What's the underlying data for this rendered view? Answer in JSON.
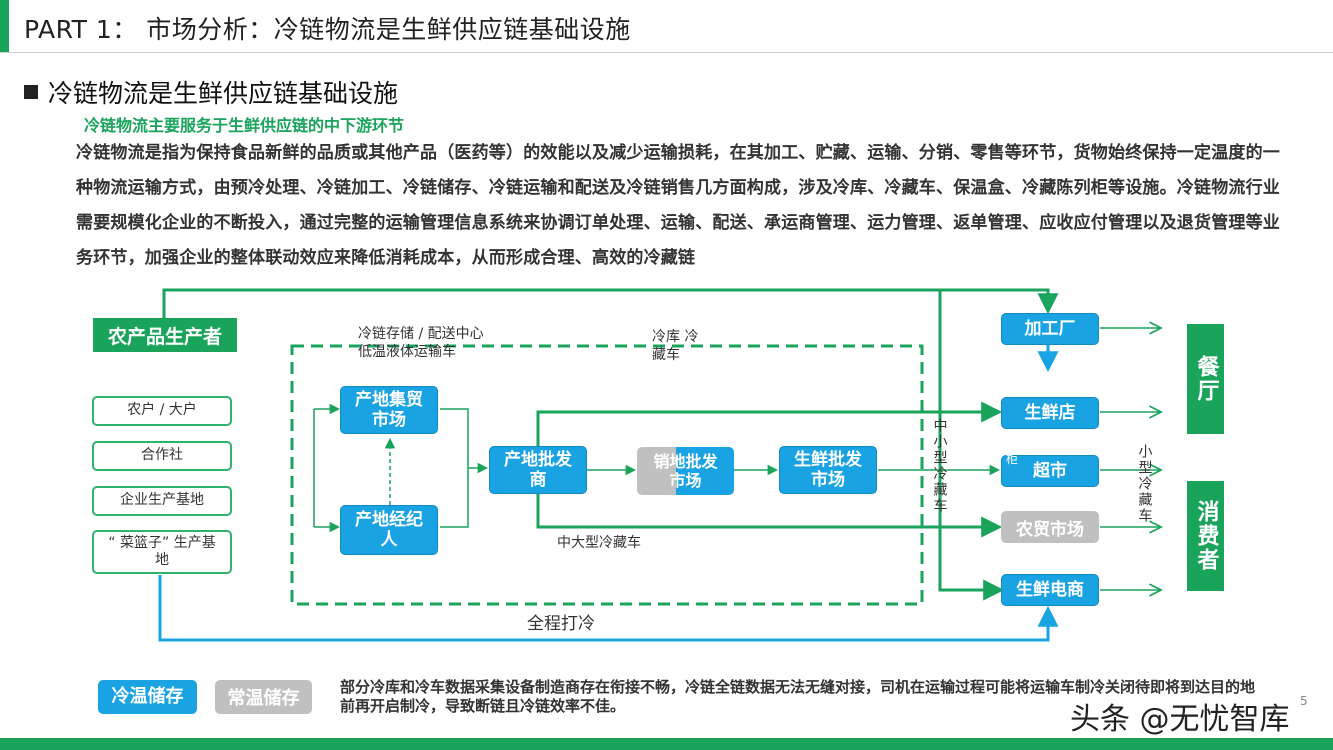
{
  "header": {
    "title": "PART 1： 市场分析：冷链物流是生鲜供应链基础设施"
  },
  "section": {
    "heading": "冷链物流是生鲜供应链基础设施",
    "subheading": "冷链物流主要服务于生鲜供应链的中下游环节",
    "paragraph": "冷链物流是指为保持食品新鲜的品质或其他产品（医药等）的效能以及减少运输损耗，在其加工、贮藏、运输、分销、零售等环节，货物始终保持一定温度的一种物流运输方式，由预冷处理、冷链加工、冷链储存、冷链运输和配送及冷链销售几方面构成，涉及冷库、冷藏车、保温盒、冷藏陈列柜等设施。冷链物流行业需要规模化企业的不断投入，通过完整的运输管理信息系统来协调订单处理、运输、配送、承运商管理、运力管理、返单管理、应收应付管理以及退货管理等业务环节，加强企业的整体联动效应来降低消耗成本，从而形成合理、高效的冷藏链"
  },
  "diagram": {
    "producer": "农产品生产者",
    "sources": [
      "农户 / 大户",
      "合作社",
      "企业生产基地",
      "“ 菜篮子” 生产基地"
    ],
    "origin_market": "产地集贸市场",
    "origin_broker": "产地经纪人",
    "origin_wholesale": "产地批发商",
    "sales_wholesale": "销地批发市场",
    "fresh_wholesale": "生鲜批发市场",
    "processing_plant": "加工厂",
    "fresh_store": "生鲜店",
    "supermarket": "超市",
    "farmers_market": "农贸市场",
    "fresh_ecommerce": "生鲜电商",
    "restaurant": "餐厅",
    "consumer": "消费者",
    "label_storage": "冷链存储 / 配送中心 低温液体运输车",
    "label_coldstore": "冷库 冷藏车",
    "label_midlarge": "中大型冷藏车",
    "label_midsmall": "中小型冷藏车",
    "label_small": "小型冷藏车",
    "label_cabinet": "柜",
    "label_fullchain": "全程打冷"
  },
  "legend": {
    "cold": "冷温储存",
    "ambient": "常温储存",
    "note": "部分冷库和冷车数据采集设备制造商存在衔接不畅，冷链全链数据无法无缝对接，司机在运输过程可能将运输车制冷关闭待即将到达目的地前再开启制冷，导致断链且冷链效率不佳。"
  },
  "footer": {
    "watermark": "头条 @无忧智库",
    "page_number": "5"
  },
  "colors": {
    "green": "#19a35b",
    "blue": "#1aa3e3",
    "gray": "#c0c0c0"
  }
}
